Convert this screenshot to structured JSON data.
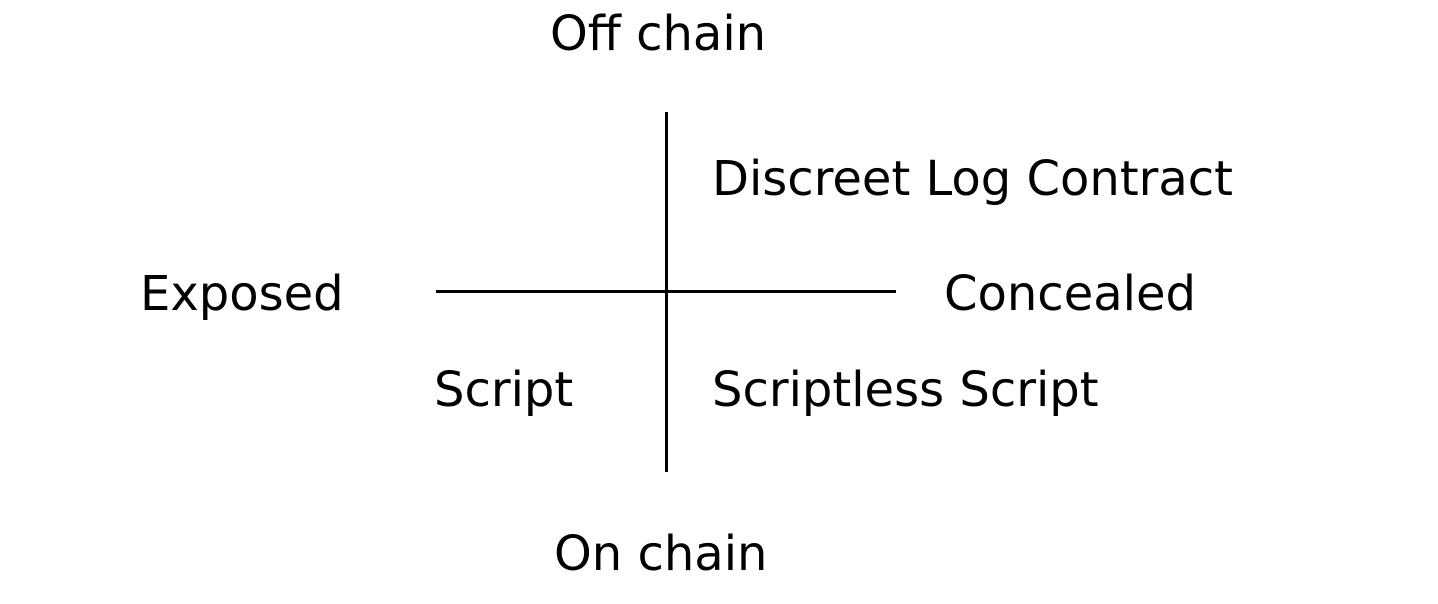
{
  "axes": {
    "top": "Off chain",
    "bottom": "On chain",
    "left": "Exposed",
    "right": "Concealed"
  },
  "quadrants": {
    "top_right": "Discreet Log Contract",
    "bottom_left": "Script",
    "bottom_right": "Scriptless Script"
  },
  "colors": {
    "text": "#000000",
    "lines": "#000000",
    "background": "#ffffff"
  }
}
